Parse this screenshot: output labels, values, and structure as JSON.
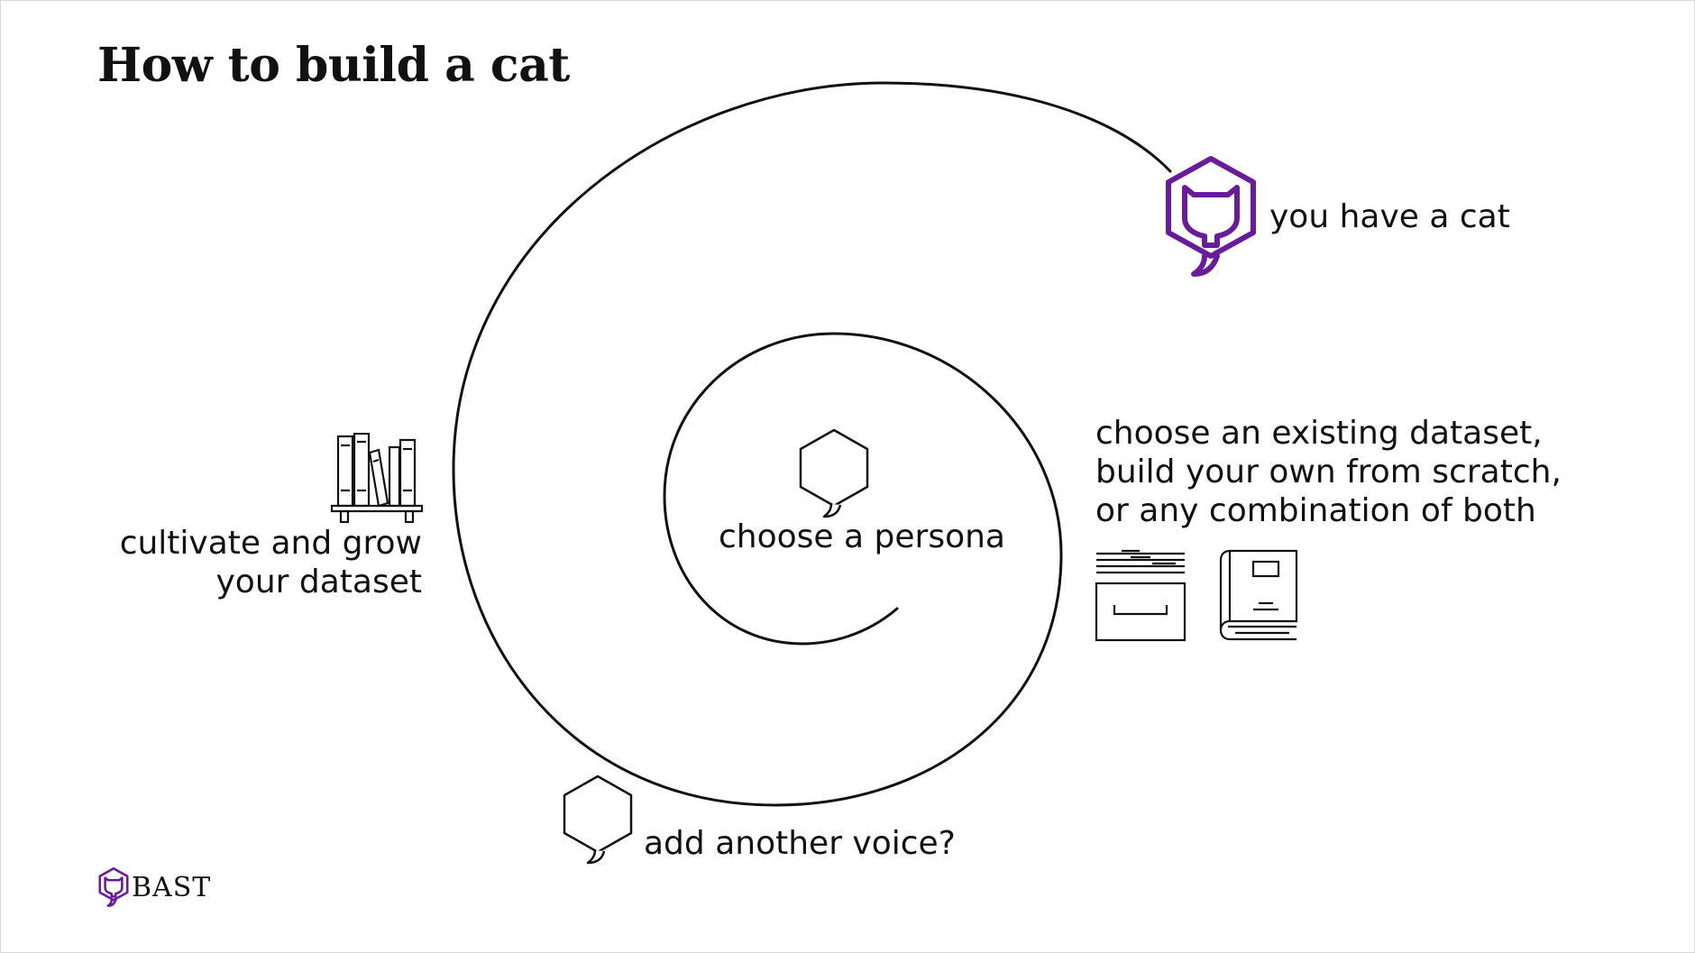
{
  "slide": {
    "title": "How to build a cat",
    "accent_color": "#6a1b9a",
    "line_color": "#111111"
  },
  "steps": {
    "choose_persona": "choose a persona",
    "choose_dataset": {
      "line1": "choose an existing dataset,",
      "line2": "build your own from scratch,",
      "line3": "or any combination of both"
    },
    "add_voice": "add another voice?",
    "cultivate": {
      "line1": "cultivate and grow",
      "line2": "your dataset"
    },
    "result": "you have a cat"
  },
  "icons": {
    "persona": "speech-hexagon-icon",
    "voice": "speech-hexagon-icon",
    "archive": "file-drawer-icon",
    "book": "book-icon",
    "bookshelf": "bookshelf-icon",
    "cat": "cat-hexagon-icon"
  },
  "logo": {
    "text": "BAST"
  }
}
